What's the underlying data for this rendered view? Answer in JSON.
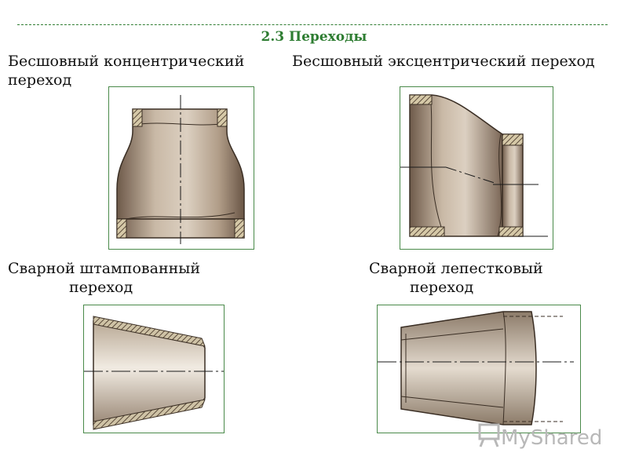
{
  "section_title": "2.3  Переходы",
  "captions": {
    "seamless_concentric_l1": "Бесшовный концентрический",
    "seamless_concentric_l2": "переход",
    "seamless_eccentric": "Бесшовный эксцентрический переход",
    "welded_stamped_l1": "Сварной штампованный",
    "welded_stamped_l2": "переход",
    "welded_petal_l1": "Сварной лепестковый",
    "welded_petal_l2": "переход"
  },
  "watermark": {
    "text": "MyShared",
    "icon": "presentation-board-icon"
  },
  "colors": {
    "accent": "#2e7d32",
    "metal_light": "#d8cbbb",
    "metal_dark": "#6e5a4a"
  }
}
